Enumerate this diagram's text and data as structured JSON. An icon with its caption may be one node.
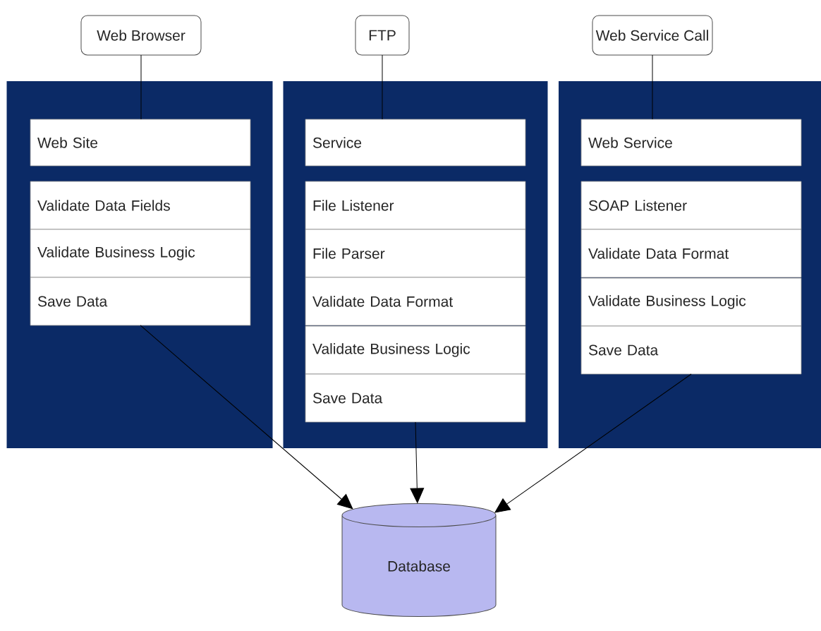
{
  "diagram": {
    "nodes": [
      {
        "text": [
          "Web Browser"
        ]
      },
      {
        "text": [
          "FTP"
        ]
      },
      {
        "text": [
          "Web Service Call"
        ]
      },
      {
        "text": [],
        "shape": "box"
      },
      {
        "text": [],
        "shape": "box"
      },
      {
        "text": [],
        "shape": "box"
      },
      {
        "text": [
          "Web Site"
        ],
        "in": 3
      },
      {
        "text": [
          "Validate Data Fields"
        ],
        "in": 3
      },
      {
        "text": [
          "Validate Business Logic"
        ],
        "in": 3
      },
      {
        "text": [
          "Save Data"
        ],
        "in": 3
      },
      {
        "text": [
          "Service"
        ],
        "in": 4
      },
      {
        "text": [
          "File Listener"
        ],
        "in": 4
      },
      {
        "text": [
          "File Parser"
        ],
        "in": 4
      },
      {
        "text": [
          "Validate Data Format"
        ],
        "in": 4
      },
      {
        "text": [
          "Validate Business Logic"
        ],
        "in": 4
      },
      {
        "text": [
          "Save Data"
        ],
        "in": 4
      },
      {
        "text": [
          "Web Service"
        ],
        "in": 5
      },
      {
        "text": [
          "SOAP Listener"
        ],
        "in": 5
      },
      {
        "text": [
          "Validate Data Format"
        ],
        "in": 5
      },
      {
        "text": [
          "Validate Business Logic"
        ],
        "in": 5
      },
      {
        "text": [
          "Save Data"
        ],
        "in": 5
      },
      {
        "text": [
          "Database"
        ]
      }
    ],
    "edges": [
      {
        "from": 0,
        "to": 6,
        "arrow": "none"
      },
      {
        "from": 1,
        "to": 10,
        "arrow": "none"
      },
      {
        "from": 2,
        "to": 16,
        "arrow": "none"
      },
      {
        "from": 9,
        "to": 21,
        "arrow": "to"
      },
      {
        "from": 15,
        "to": 21,
        "arrow": "to"
      },
      {
        "from": 20,
        "to": 21,
        "arrow": "to"
      }
    ]
  }
}
